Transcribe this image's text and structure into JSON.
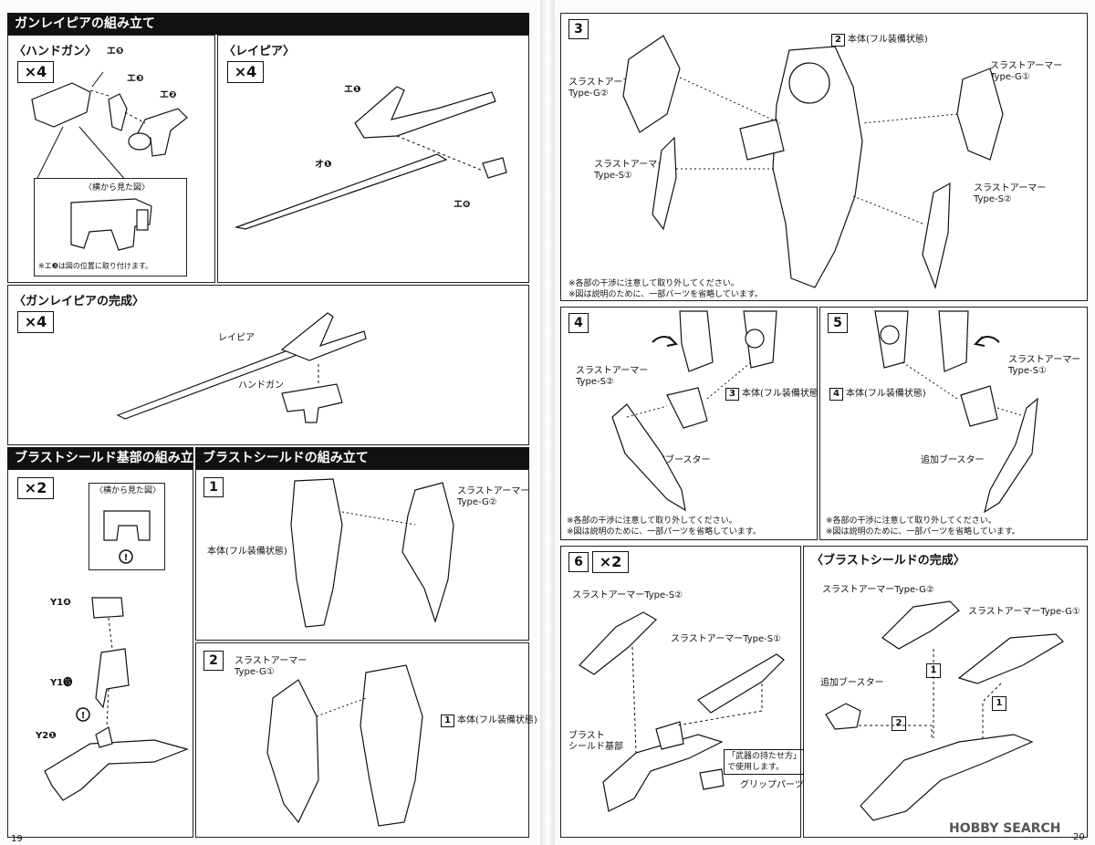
{
  "left_page": {
    "page_number": "19",
    "gunrapier_assembly": {
      "header": "ガンレイピアの組み立て",
      "handgun": {
        "title": "〈ハンドガン〉",
        "multiplier": "×4",
        "parts": [
          "エ❺",
          "エ❸",
          "エ❷"
        ],
        "inset_title": "〈横から見た図〉",
        "inset_note": "※エ❸は図の位置に取り付けます。"
      },
      "rapier": {
        "title": "〈レイピア〉",
        "multiplier": "×4",
        "parts": [
          "エ❶",
          "オ❶",
          "エ❻"
        ]
      }
    },
    "gunrapier_complete": {
      "title": "〈ガンレイピアの完成〉",
      "multiplier": "×4",
      "labels": [
        "レイピア",
        "ハンドガン"
      ]
    },
    "blast_shield_base": {
      "header": "ブラストシールド基部の組み立て",
      "multiplier": "×2",
      "inset_title": "〈横から見た図〉",
      "parts": [
        "Y1❹",
        "Y1⓯",
        "Y2❶"
      ]
    },
    "blast_shield_assembly": {
      "header": "ブラストシールドの組み立て",
      "step1": {
        "number": "1",
        "body_label": "本体(フル装備状態)",
        "armor_label": "スラストアーマー\nType-G②"
      },
      "step2": {
        "number": "2",
        "armor_label": "スラストアーマー\nType-G①",
        "ref_number": "1",
        "body_label": "本体(フル装備状態)"
      }
    }
  },
  "right_page": {
    "page_number": "20",
    "step3": {
      "number": "3",
      "ref_number": "2",
      "body_label": "本体(フル装備状態)",
      "armors": [
        "スラストアーマー\nType-G②",
        "スラストアーマー\nType-G①",
        "スラストアーマー\nType-S①",
        "スラストアーマー\nType-S②"
      ],
      "notes": [
        "※各部の干渉に注意して取り外してください。",
        "※図は説明のために、一部パーツを省略しています。"
      ]
    },
    "step4": {
      "number": "4",
      "ref_number": "3",
      "body_label": "本体(フル装備状態)",
      "armor_label": "スラストアーマー\nType-S②",
      "booster_label": "追加ブースター",
      "notes": [
        "※各部の干渉に注意して取り外してください。",
        "※図は説明のために、一部パーツを省略しています。"
      ]
    },
    "step5": {
      "number": "5",
      "ref_number": "4",
      "body_label": "本体(フル装備状態)",
      "armor_label": "スラストアーマー\nType-S①",
      "booster_label": "追加ブースター",
      "notes": [
        "※各部の干渉に注意して取り外してください。",
        "※図は説明のために、一部パーツを省略しています。"
      ]
    },
    "step6": {
      "number": "6",
      "multiplier": "×2",
      "labels": [
        "スラストアーマーType-S②",
        "スラストアーマーType-S①",
        "ブラスト\nシールド基部",
        "「武器の持たせ方」\nで使用します。",
        "グリップパーツ"
      ]
    },
    "blast_shield_complete": {
      "title": "〈ブラストシールドの完成〉",
      "labels": [
        "スラストアーマーType-G②",
        "スラストアーマーType-G①",
        "追加ブースター"
      ],
      "step_refs": [
        "1",
        "2",
        "1"
      ]
    },
    "watermark": "HOBBY SEARCH"
  },
  "colors": {
    "ink": "#111111",
    "header_bg": "#111111",
    "header_text": "#ffffff",
    "paper": "#ffffff"
  },
  "icons": [
    "arrow-right-icon",
    "arrow-left-icon",
    "caution-icon"
  ]
}
